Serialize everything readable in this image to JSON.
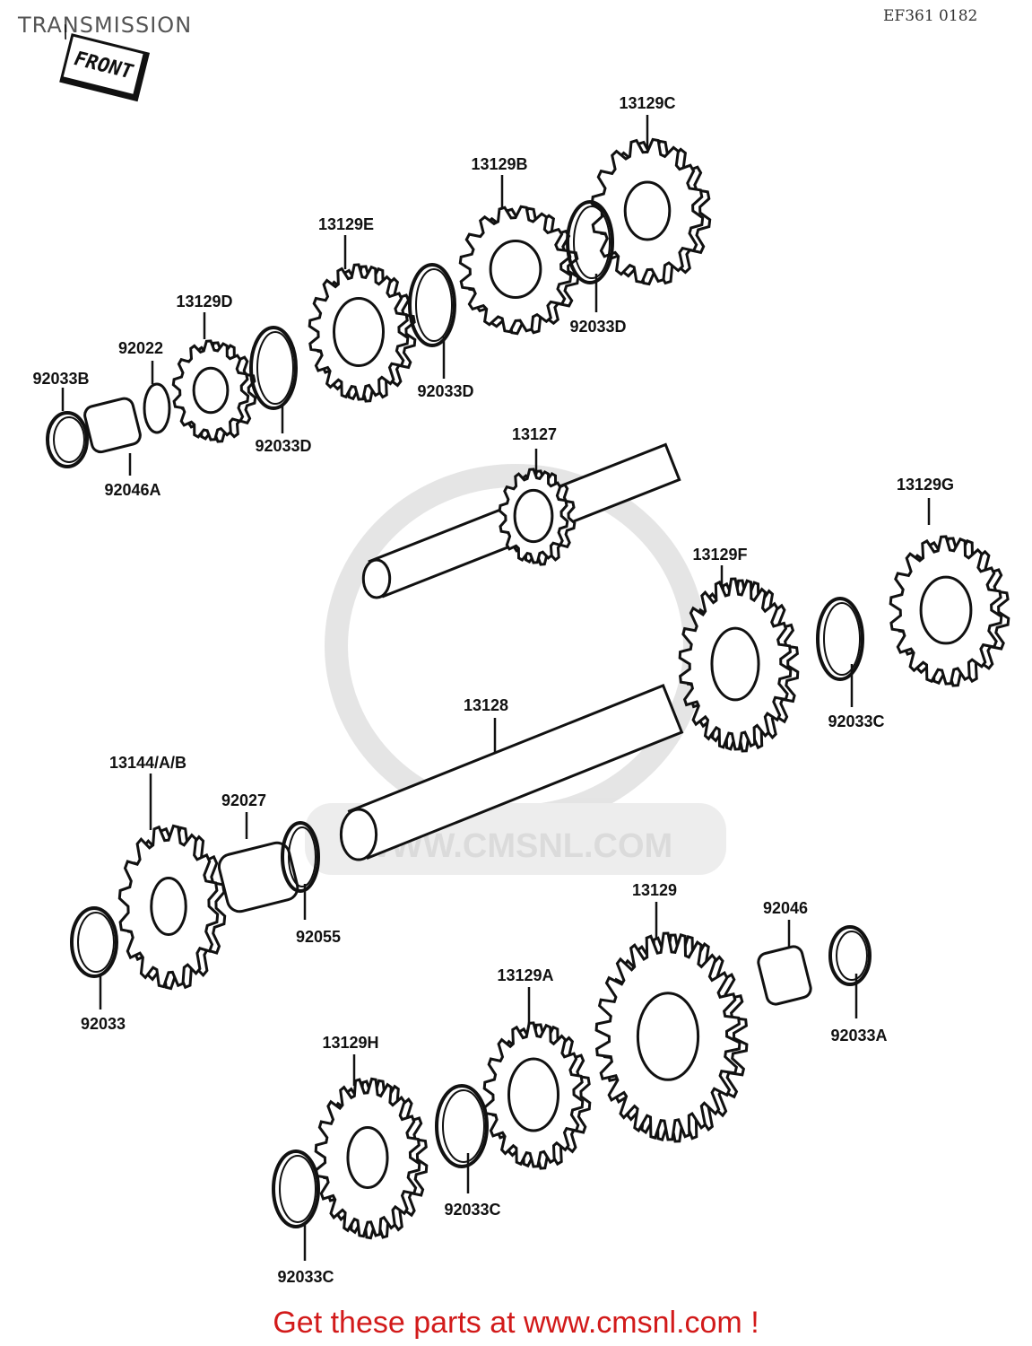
{
  "page": {
    "title": "TRANSMISSION",
    "ref_code": "EF361 0182",
    "front_label": "FRONT",
    "watermark": "WWW.CMSNL.COM",
    "footer": "Get these parts at www.cmsnl.com !"
  },
  "parts": [
    {
      "id": "13129C",
      "label": "13129C"
    },
    {
      "id": "13129B",
      "label": "13129B"
    },
    {
      "id": "13129E",
      "label": "13129E"
    },
    {
      "id": "13129D",
      "label": "13129D"
    },
    {
      "id": "92022",
      "label": "92022"
    },
    {
      "id": "92033B",
      "label": "92033B"
    },
    {
      "id": "92046A",
      "label": "92046A"
    },
    {
      "id": "92033D-1",
      "label": "92033D"
    },
    {
      "id": "92033D-2",
      "label": "92033D"
    },
    {
      "id": "92033D-3",
      "label": "92033D"
    },
    {
      "id": "13127",
      "label": "13127"
    },
    {
      "id": "13129G",
      "label": "13129G"
    },
    {
      "id": "13129F",
      "label": "13129F"
    },
    {
      "id": "92033C-1",
      "label": "92033C"
    },
    {
      "id": "13128",
      "label": "13128"
    },
    {
      "id": "13144AB",
      "label": "13144/A/B"
    },
    {
      "id": "92027",
      "label": "92027"
    },
    {
      "id": "92055",
      "label": "92055"
    },
    {
      "id": "92033",
      "label": "92033"
    },
    {
      "id": "13129",
      "label": "13129"
    },
    {
      "id": "92046",
      "label": "92046"
    },
    {
      "id": "92033A",
      "label": "92033A"
    },
    {
      "id": "13129A",
      "label": "13129A"
    },
    {
      "id": "13129H",
      "label": "13129H"
    },
    {
      "id": "92033C-2",
      "label": "92033C"
    },
    {
      "id": "92033C-3",
      "label": "92033C"
    }
  ]
}
